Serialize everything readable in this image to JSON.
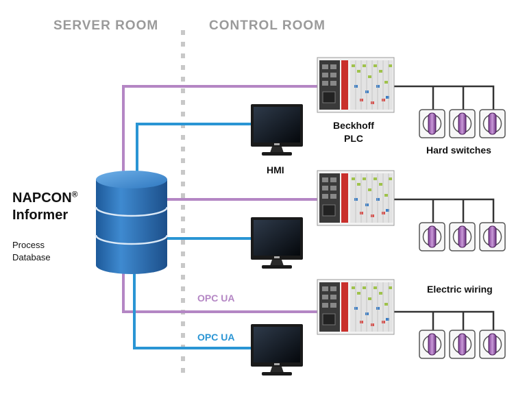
{
  "rooms": {
    "server": "SERVER ROOM",
    "control": "CONTROL ROOM"
  },
  "database": {
    "name": "NAPCON",
    "reg": "®",
    "name2": "Informer",
    "sub1": "Process",
    "sub2": "Database"
  },
  "labels": {
    "plc_line1": "Beckhoff",
    "plc_line2": "PLC",
    "hmi": "HMI",
    "hard_switches": "Hard switches",
    "electric_wiring": "Electric wiring",
    "opc_purple": "OPC UA",
    "opc_blue": "OPC UA"
  },
  "colors": {
    "purple_link": "#b486c4",
    "blue_link": "#2a95d4",
    "wire": "#333333",
    "divider": "#c8c8c8",
    "db_blue": "#2a6fb3"
  }
}
